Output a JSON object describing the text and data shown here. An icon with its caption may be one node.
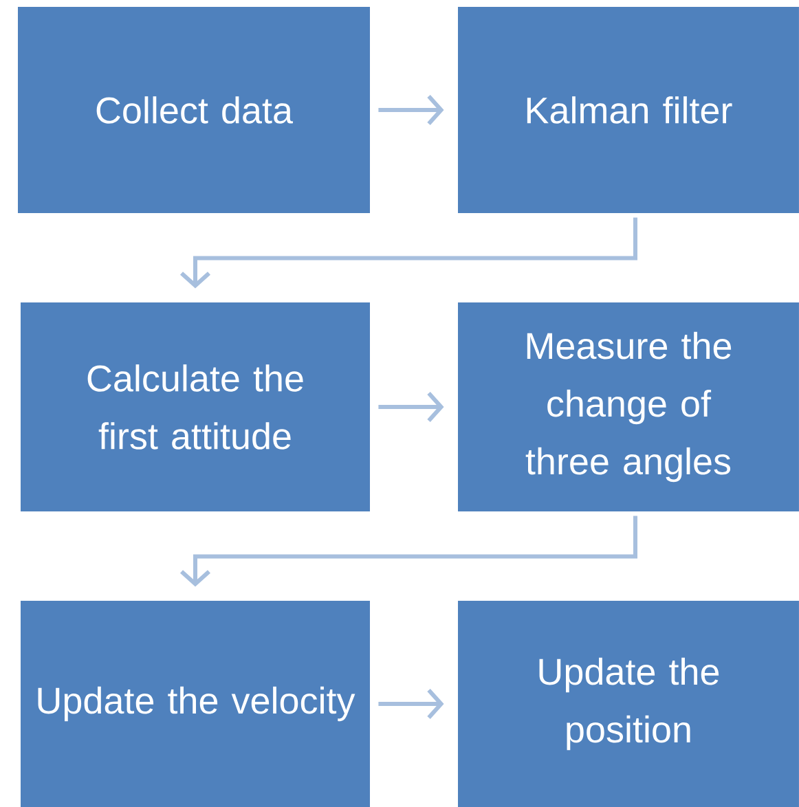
{
  "diagram": {
    "nodes": [
      {
        "text": [
          "Collect data"
        ]
      },
      {
        "text": [
          "Kalman filter"
        ]
      },
      {
        "text": [
          "Calculate the first attitude"
        ]
      },
      {
        "text": [
          "Measure the change of three angles"
        ]
      },
      {
        "text": [
          "Update the velocity"
        ]
      },
      {
        "text": [
          "Update the position"
        ]
      }
    ],
    "edges": [
      {
        "from": 0,
        "to": 1,
        "arrow": "to"
      },
      {
        "from": 1,
        "to": 2,
        "arrow": "to"
      },
      {
        "from": 2,
        "to": 3,
        "arrow": "to"
      },
      {
        "from": 3,
        "to": 4,
        "arrow": "to"
      },
      {
        "from": 4,
        "to": 5,
        "arrow": "to"
      }
    ]
  }
}
